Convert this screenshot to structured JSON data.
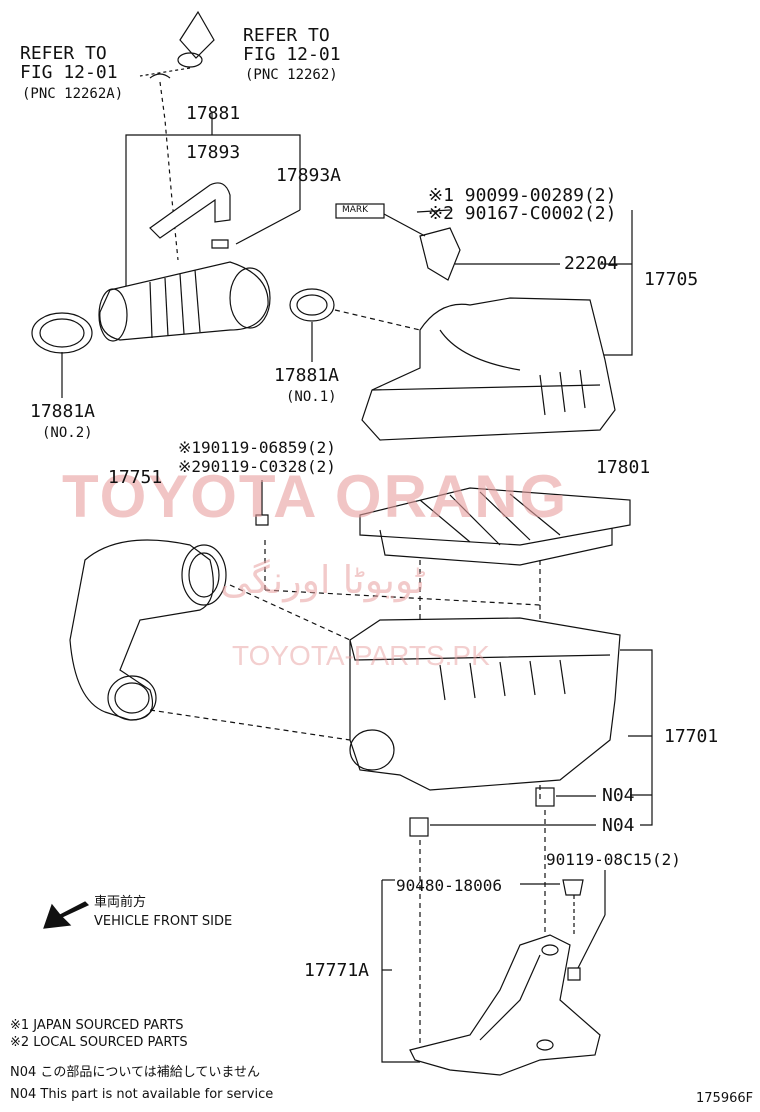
{
  "refs": {
    "left_line1": "REFER TO",
    "left_line2": "FIG 12-01",
    "left_line3": "(PNC 12262A)",
    "right_line1": "REFER TO",
    "right_line2": "FIG 12-01",
    "right_line3": "(PNC 12262)"
  },
  "parts": {
    "p17881": "17881",
    "p17893": "17893",
    "p17893A": "17893A",
    "p90099": "※1 90099-00289(2)",
    "p90167": "※2 90167-C0002(2)",
    "mark": "MARK",
    "p22204": "22204",
    "p17705": "17705",
    "p17881A_no1": "17881A",
    "no1": "(NO.1)",
    "p17881A_no2": "17881A",
    "no2": "(NO.2)",
    "p90119_06859": "※190119-06859(2)",
    "p90119_C0328": "※290119-C0328(2)",
    "p17751": "17751",
    "p17801": "17801",
    "p17701": "17701",
    "n04_a": "N04",
    "n04_b": "N04",
    "p90119_08C15": "90119-08C15(2)",
    "p90480": "90480-18006",
    "p17771A": "17771A"
  },
  "direction": {
    "jp": "車両前方",
    "en": "VEHICLE FRONT SIDE"
  },
  "notes": {
    "n1": "※1 JAPAN SOURCED PARTS",
    "n2": "※2 LOCAL SOURCED PARTS",
    "n3": "N04  この部品については補給していません",
    "n4": "N04  This part is not available for service"
  },
  "watermark": {
    "main": "TOYOTA ORANG",
    "urdu": "ٹویوٹا اورنگی",
    "sub": "TOYOTA-PARTS.PK"
  },
  "figure_id": "175966F",
  "colors": {
    "line": "#111111",
    "watermark": "#e8a0a0"
  }
}
